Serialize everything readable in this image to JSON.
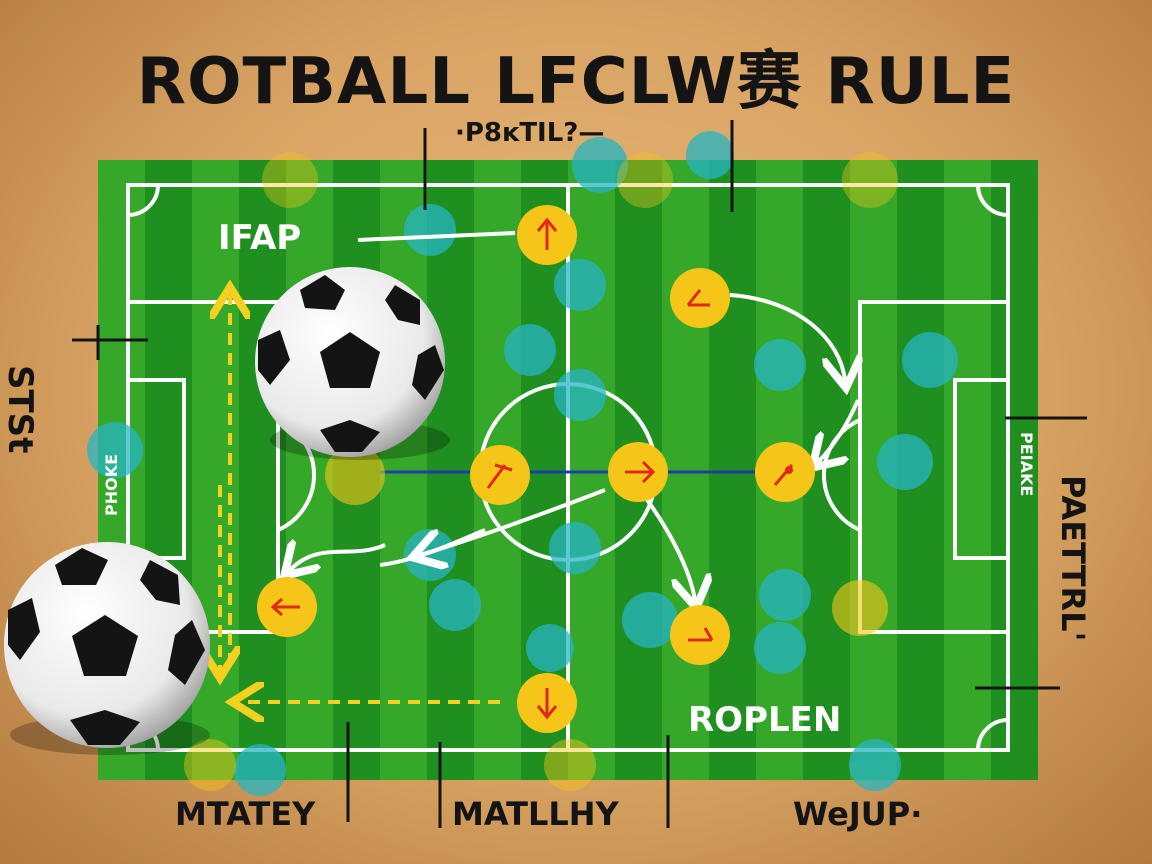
{
  "title": "ROTBALL LFCLW赛 RULE",
  "top_label": "·P8ĸTIL?—",
  "pitch_labels": {
    "left_top": "IFAP",
    "bottom_right": "ROPLEN",
    "left_box": "PHOKE",
    "right_box": "PEIAKE"
  },
  "side_labels": {
    "left": "STSt",
    "right": "PAETTRL'"
  },
  "bottom_labels": [
    "MTATEY",
    "MATLLHY",
    "WeJUP·"
  ],
  "colors": {
    "background": "#d9a463",
    "pitch_dark": "#1f8f1f",
    "pitch_light": "#3cae2c",
    "marker_fill": "#f5c518",
    "marker_arrow": "#e0291b",
    "teal": "#27b5c4",
    "line_white": "#ffffff",
    "dashed_yellow": "#f5d020"
  },
  "icons": [
    "soccer-ball-icon",
    "arrow-marker-icon"
  ]
}
